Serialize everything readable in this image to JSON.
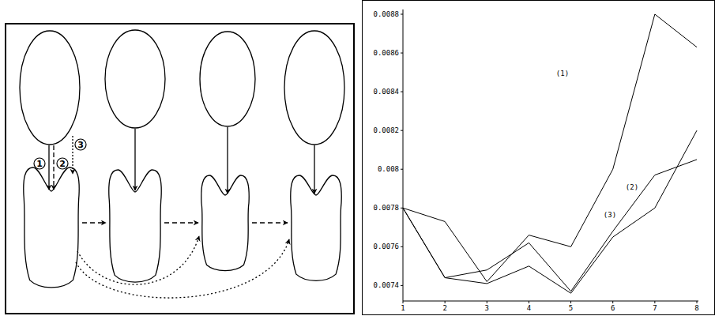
{
  "diagram": {
    "nodes": [
      {
        "text": [
          "1"
        ]
      },
      {
        "text": [
          "2"
        ]
      },
      {
        "text": [
          "3"
        ]
      }
    ],
    "labels": [
      "0.0088",
      "0.0086",
      "0.0084",
      "0.0082",
      "0.008",
      "0.0078",
      "0.0076",
      "0.0074",
      "1",
      "2",
      "3",
      "4",
      "5",
      "6",
      "7",
      "8",
      "(1)",
      "(2)",
      "(3)"
    ]
  }
}
